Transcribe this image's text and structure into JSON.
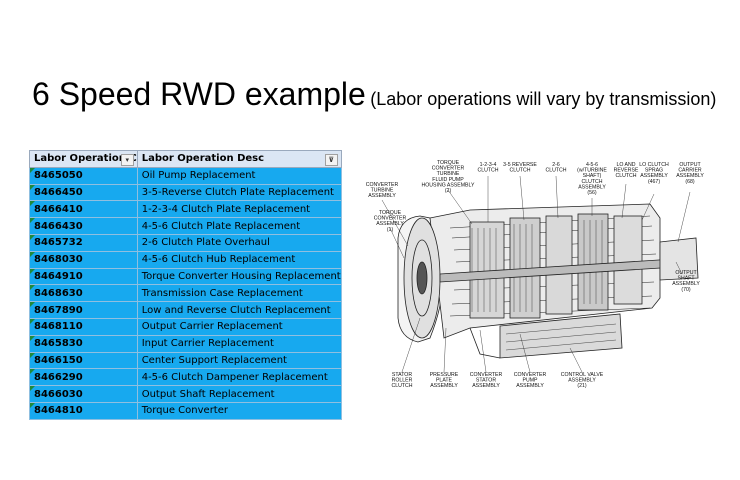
{
  "slide": {
    "title": "6 Speed RWD example",
    "subtitle": "(Labor operations will vary by transmission)"
  },
  "table": {
    "headers": [
      "Labor Operation C",
      "Labor Operation Desc"
    ],
    "rows": [
      [
        "8465050",
        "Oil Pump Replacement"
      ],
      [
        "8466450",
        "3-5-Reverse Clutch Plate Replacement"
      ],
      [
        "8466410",
        "1-2-3-4 Clutch Plate Replacement"
      ],
      [
        "8466430",
        "4-5-6 Clutch Plate Replacement"
      ],
      [
        "8465732",
        "2-6 Clutch Plate Overhaul"
      ],
      [
        "8468030",
        "4-5-6 Clutch Hub Replacement"
      ],
      [
        "8464910",
        "Torque Converter Housing Replacement"
      ],
      [
        "8468630",
        "Transmission Case Replacement"
      ],
      [
        "8467890",
        "Low and Reverse Clutch Replacement"
      ],
      [
        "8468110",
        "Output Carrier Replacement"
      ],
      [
        "8465830",
        "Input Carrier Replacement"
      ],
      [
        "8466150",
        "Center Support Replacement"
      ],
      [
        "8466290",
        "4-5-6 Clutch Dampener Replacement"
      ],
      [
        "8466030",
        "Output Shaft Replacement"
      ],
      [
        "8464810",
        "Torque Converter"
      ]
    ]
  },
  "diagram": {
    "labels": {
      "turbine_fluid_pump": [
        "TORQUE",
        "CONVERTER",
        "TURBINE",
        "FLUID PUMP",
        "HOUSING ASSEMBLY",
        "(2)"
      ],
      "clutch_1234": [
        "1-2-3-4",
        "CLUTCH"
      ],
      "clutch_35r": [
        "3-5 REVERSE",
        "CLUTCH"
      ],
      "clutch_26": [
        "2-6",
        "CLUTCH"
      ],
      "clutch_456": [
        "4-5-6",
        "(w/TURBINE",
        "SHAFT)",
        "CLUTCH",
        "ASSEMBLY",
        "(56)"
      ],
      "lo_reverse": [
        "LO AND",
        "REVERSE",
        "CLUTCH"
      ],
      "lo_sprag": [
        "LO CLUTCH",
        "SPRAG",
        "ASSEMBLY",
        "(467)"
      ],
      "output_carrier": [
        "OUTPUT",
        "CARRIER",
        "ASSEMBLY",
        "(68)"
      ],
      "converter_turbine": [
        "CONVERTER",
        "TURBINE",
        "ASSEMBLY"
      ],
      "torque_converter": [
        "TORQUE",
        "CONVERTER",
        "ASSEMBLY",
        "(1)"
      ],
      "output_shaft": [
        "OUTPUT",
        "SHAFT",
        "ASSEMBLY",
        "(70)"
      ],
      "stator_roller": [
        "STATOR",
        "ROLLER",
        "CLUTCH"
      ],
      "pressure_plate": [
        "PRESSURE",
        "PLATE",
        "ASSEMBLY"
      ],
      "converter_stator": [
        "CONVERTER",
        "STATOR",
        "ASSEMBLY"
      ],
      "converter_pump": [
        "CONVERTER",
        "PUMP",
        "ASSEMBLY"
      ],
      "control_valve": [
        "CONTROL VALVE",
        "ASSEMBLY",
        "(21)"
      ]
    }
  }
}
